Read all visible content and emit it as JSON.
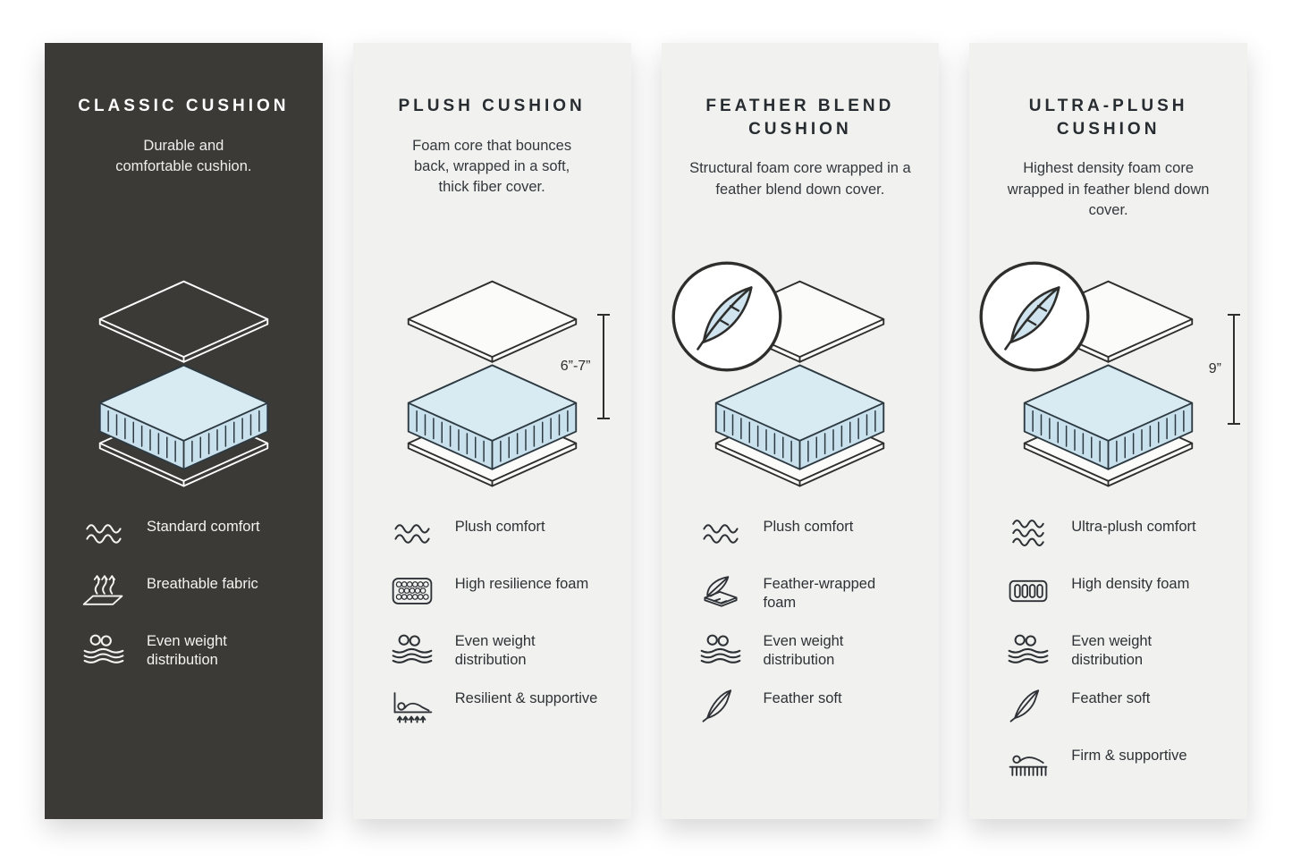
{
  "page": {
    "background": "#ffffff"
  },
  "colors": {
    "panel_dark_bg": "#3b3a37",
    "panel_light_bg": "#f1f1ef",
    "foam_blue_top": "#d8eaf2",
    "foam_blue_side": "#c9e1ed",
    "line_dark": "#2e2e2d",
    "line_light": "#ffffff"
  },
  "panels": [
    {
      "title": "CLASSIC CUSHION",
      "description": "Durable and comfortable cushion.",
      "theme": "dark",
      "badge": false,
      "measurement": "",
      "features": [
        {
          "icon": "comfort-waves-icon",
          "label": "Standard comfort"
        },
        {
          "icon": "breathable-fabric-icon",
          "label": "Breathable fabric"
        },
        {
          "icon": "even-weight-icon",
          "label": "Even weight distribution"
        }
      ]
    },
    {
      "title": "PLUSH CUSHION",
      "description": "Foam core that bounces back, wrapped in a soft, thick fiber cover.",
      "theme": "light",
      "badge": false,
      "measurement": "6”-7”",
      "features": [
        {
          "icon": "comfort-waves-icon",
          "label": "Plush comfort"
        },
        {
          "icon": "resilience-foam-icon",
          "label": "High resilience foam"
        },
        {
          "icon": "even-weight-icon",
          "label": "Even weight distribution"
        },
        {
          "icon": "resilient-supportive-icon",
          "label": "Resilient & supportive"
        }
      ]
    },
    {
      "title": "FEATHER BLEND CUSHION",
      "description": "Structural foam core wrapped in a feather blend down cover.",
      "theme": "light",
      "badge": true,
      "measurement": "",
      "features": [
        {
          "icon": "comfort-waves-icon",
          "label": "Plush comfort"
        },
        {
          "icon": "feather-wrapped-foam-icon",
          "label": "Feather-wrapped foam"
        },
        {
          "icon": "even-weight-icon",
          "label": "Even weight distribution"
        },
        {
          "icon": "feather-icon",
          "label": "Feather soft"
        }
      ]
    },
    {
      "title": "ULTRA-PLUSH CUSHION",
      "description": "Highest density foam core wrapped in feather blend down cover.",
      "theme": "light",
      "badge": true,
      "measurement": "9”",
      "features": [
        {
          "icon": "ultra-plush-waves-icon",
          "label": "Ultra-plush comfort"
        },
        {
          "icon": "high-density-foam-icon",
          "label": "High density foam"
        },
        {
          "icon": "even-weight-icon",
          "label": "Even weight distribution"
        },
        {
          "icon": "feather-icon",
          "label": "Feather soft"
        },
        {
          "icon": "firm-supportive-icon",
          "label": "Firm & supportive"
        }
      ]
    }
  ]
}
